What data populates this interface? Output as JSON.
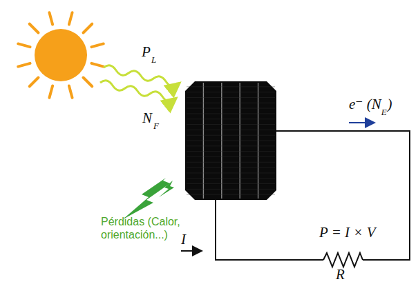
{
  "diagram": {
    "labels": [
      "P",
      "L",
      "N",
      "F",
      "e⁻ (N",
      "E",
      ")",
      "I",
      "P = I × V",
      "R",
      "Pérdidas (Calor, orientación...)"
    ]
  }
}
